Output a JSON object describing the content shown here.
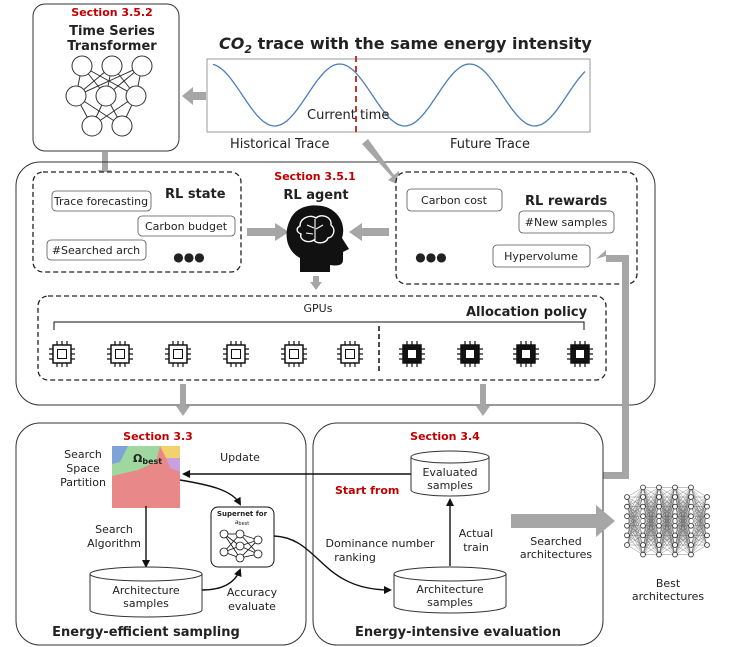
{
  "colors": {
    "red": "#c00000",
    "arrow": "#a6a6a6",
    "wave": "#4a7ebb",
    "current_line": "#c0392b"
  },
  "transformer": {
    "section": "Section 3.5.2",
    "title_line1": "Time Series",
    "title_line2": "Transformer"
  },
  "trace": {
    "title_prefix": "CO",
    "title_sub": "2",
    "title_rest": " trace with the same energy intensity",
    "current_time": "Current  time",
    "historical": "Historical Trace",
    "future": "Future Trace"
  },
  "rl_state": {
    "title": "RL state",
    "items": [
      "Trace forecasting",
      "Carbon budget",
      "#Searched arch"
    ],
    "more": "●●●"
  },
  "rl_agent": {
    "section": "Section 3.5.1",
    "title": "RL agent"
  },
  "rl_rewards": {
    "title": "RL rewards",
    "items": [
      "Carbon cost",
      "#New samples",
      "Hypervolume"
    ],
    "more": "●●●"
  },
  "allocation": {
    "gpus_label": "GPUs",
    "title": "Allocation policy"
  },
  "sampling": {
    "section": "Section 3.3",
    "search_space": [
      "Search",
      "Space",
      "Partition"
    ],
    "omega": "Ω",
    "omega_sub": "best",
    "update": "Update",
    "search_algo": [
      "Search",
      "Algorithm"
    ],
    "supernet": "Supernet for",
    "supernet_sub": "a",
    "supernet_subsub": "best",
    "arch_samples": [
      "Architecture",
      "samples"
    ],
    "accuracy": [
      "Accuracy",
      "evaluate"
    ],
    "title": "Energy-efficient sampling"
  },
  "evaluation": {
    "section": "Section 3.4",
    "evaluated": [
      "Evaluated",
      "samples"
    ],
    "start_from": "Start from",
    "dominance": [
      "Dominance number",
      "ranking"
    ],
    "actual_train": [
      "Actual",
      "train"
    ],
    "arch_samples": [
      "Architecture",
      "samples"
    ],
    "title": "Energy-intensive evaluation"
  },
  "output": {
    "searched": [
      "Searched",
      "architectures"
    ],
    "best": [
      "Best",
      "architectures"
    ]
  }
}
